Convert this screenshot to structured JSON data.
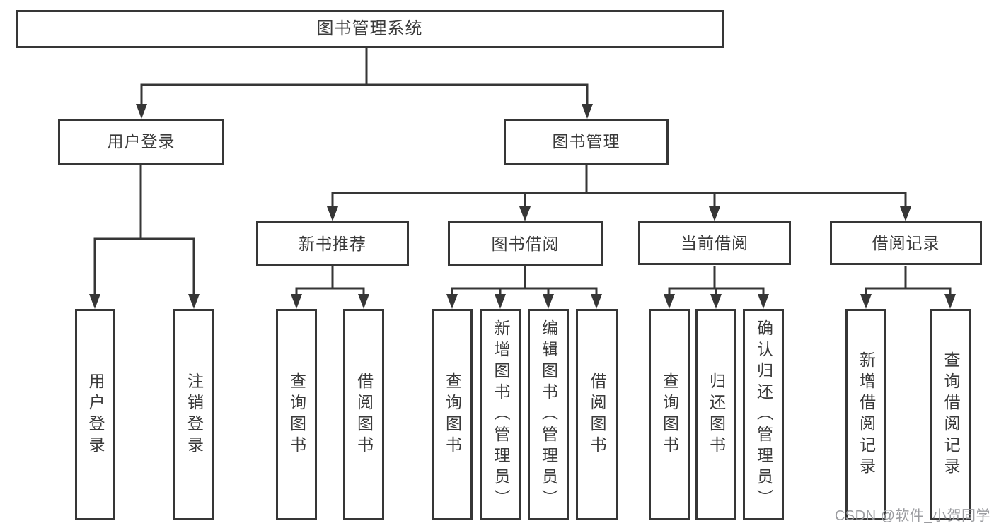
{
  "colors": {
    "background": "#ffffff",
    "line": "#363636",
    "box_border": "#363636",
    "text": "#3a3a3a",
    "watermark": "#9b9ca0"
  },
  "watermark": {
    "text": "CSDN @软件_小贺同学"
  },
  "tree": {
    "label": "图书管理系统",
    "children": [
      {
        "label": "用户登录",
        "children": [
          {
            "label": "用户登录"
          },
          {
            "label": "注销登录"
          }
        ]
      },
      {
        "label": "图书管理",
        "children": [
          {
            "label": "新书推荐",
            "children": [
              {
                "label": "查询图书"
              },
              {
                "label": "借阅图书"
              }
            ]
          },
          {
            "label": "图书借阅",
            "children": [
              {
                "label": "查询图书"
              },
              {
                "label": "新增图书（管理员）"
              },
              {
                "label": "编辑图书（管理员）"
              },
              {
                "label": "借阅图书"
              }
            ]
          },
          {
            "label": "当前借阅",
            "children": [
              {
                "label": "查询图书"
              },
              {
                "label": "归还图书"
              },
              {
                "label": "确认归还（管理员）"
              }
            ]
          },
          {
            "label": "借阅记录",
            "children": [
              {
                "label": "新增借阅记录"
              },
              {
                "label": "查询借阅记录"
              }
            ]
          }
        ]
      }
    ]
  }
}
